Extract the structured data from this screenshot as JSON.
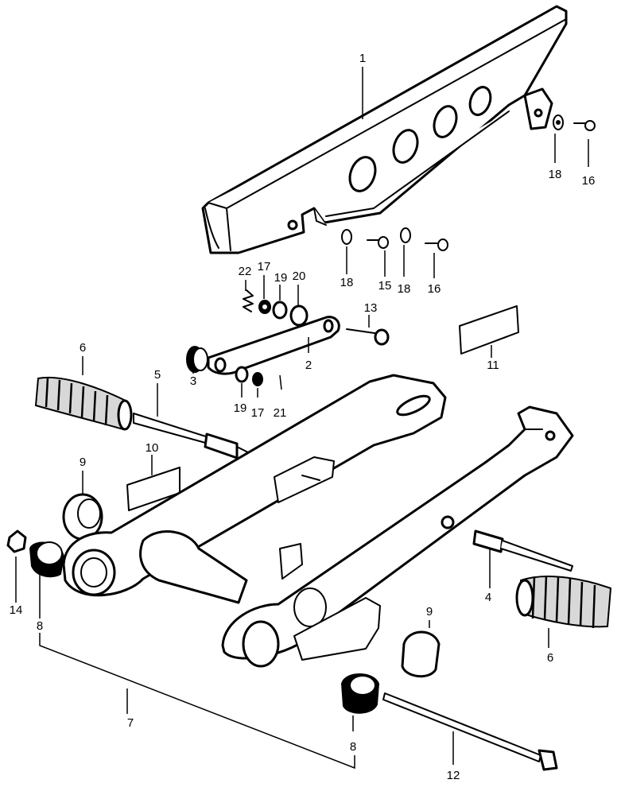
{
  "callouts": [
    {
      "id": "c1",
      "text": "1"
    },
    {
      "id": "c2",
      "text": "2"
    },
    {
      "id": "c3",
      "text": "3"
    },
    {
      "id": "c4",
      "text": "4"
    },
    {
      "id": "c5",
      "text": "5"
    },
    {
      "id": "c6a",
      "text": "6"
    },
    {
      "id": "c6b",
      "text": "6"
    },
    {
      "id": "c7",
      "text": "7"
    },
    {
      "id": "c8a",
      "text": "8"
    },
    {
      "id": "c8b",
      "text": "8"
    },
    {
      "id": "c9a",
      "text": "9"
    },
    {
      "id": "c9b",
      "text": "9"
    },
    {
      "id": "c10",
      "text": "10"
    },
    {
      "id": "c11",
      "text": "11"
    },
    {
      "id": "c12",
      "text": "12"
    },
    {
      "id": "c13",
      "text": "13"
    },
    {
      "id": "c14",
      "text": "14"
    },
    {
      "id": "c15",
      "text": "15"
    },
    {
      "id": "c16a",
      "text": "16"
    },
    {
      "id": "c16b",
      "text": "16"
    },
    {
      "id": "c17a",
      "text": "17"
    },
    {
      "id": "c17b",
      "text": "17"
    },
    {
      "id": "c18a",
      "text": "18"
    },
    {
      "id": "c18b",
      "text": "18"
    },
    {
      "id": "c18c",
      "text": "18"
    },
    {
      "id": "c19a",
      "text": "19"
    },
    {
      "id": "c19b",
      "text": "19"
    },
    {
      "id": "c20",
      "text": "20"
    },
    {
      "id": "c21",
      "text": "21"
    },
    {
      "id": "c22",
      "text": "22"
    }
  ]
}
